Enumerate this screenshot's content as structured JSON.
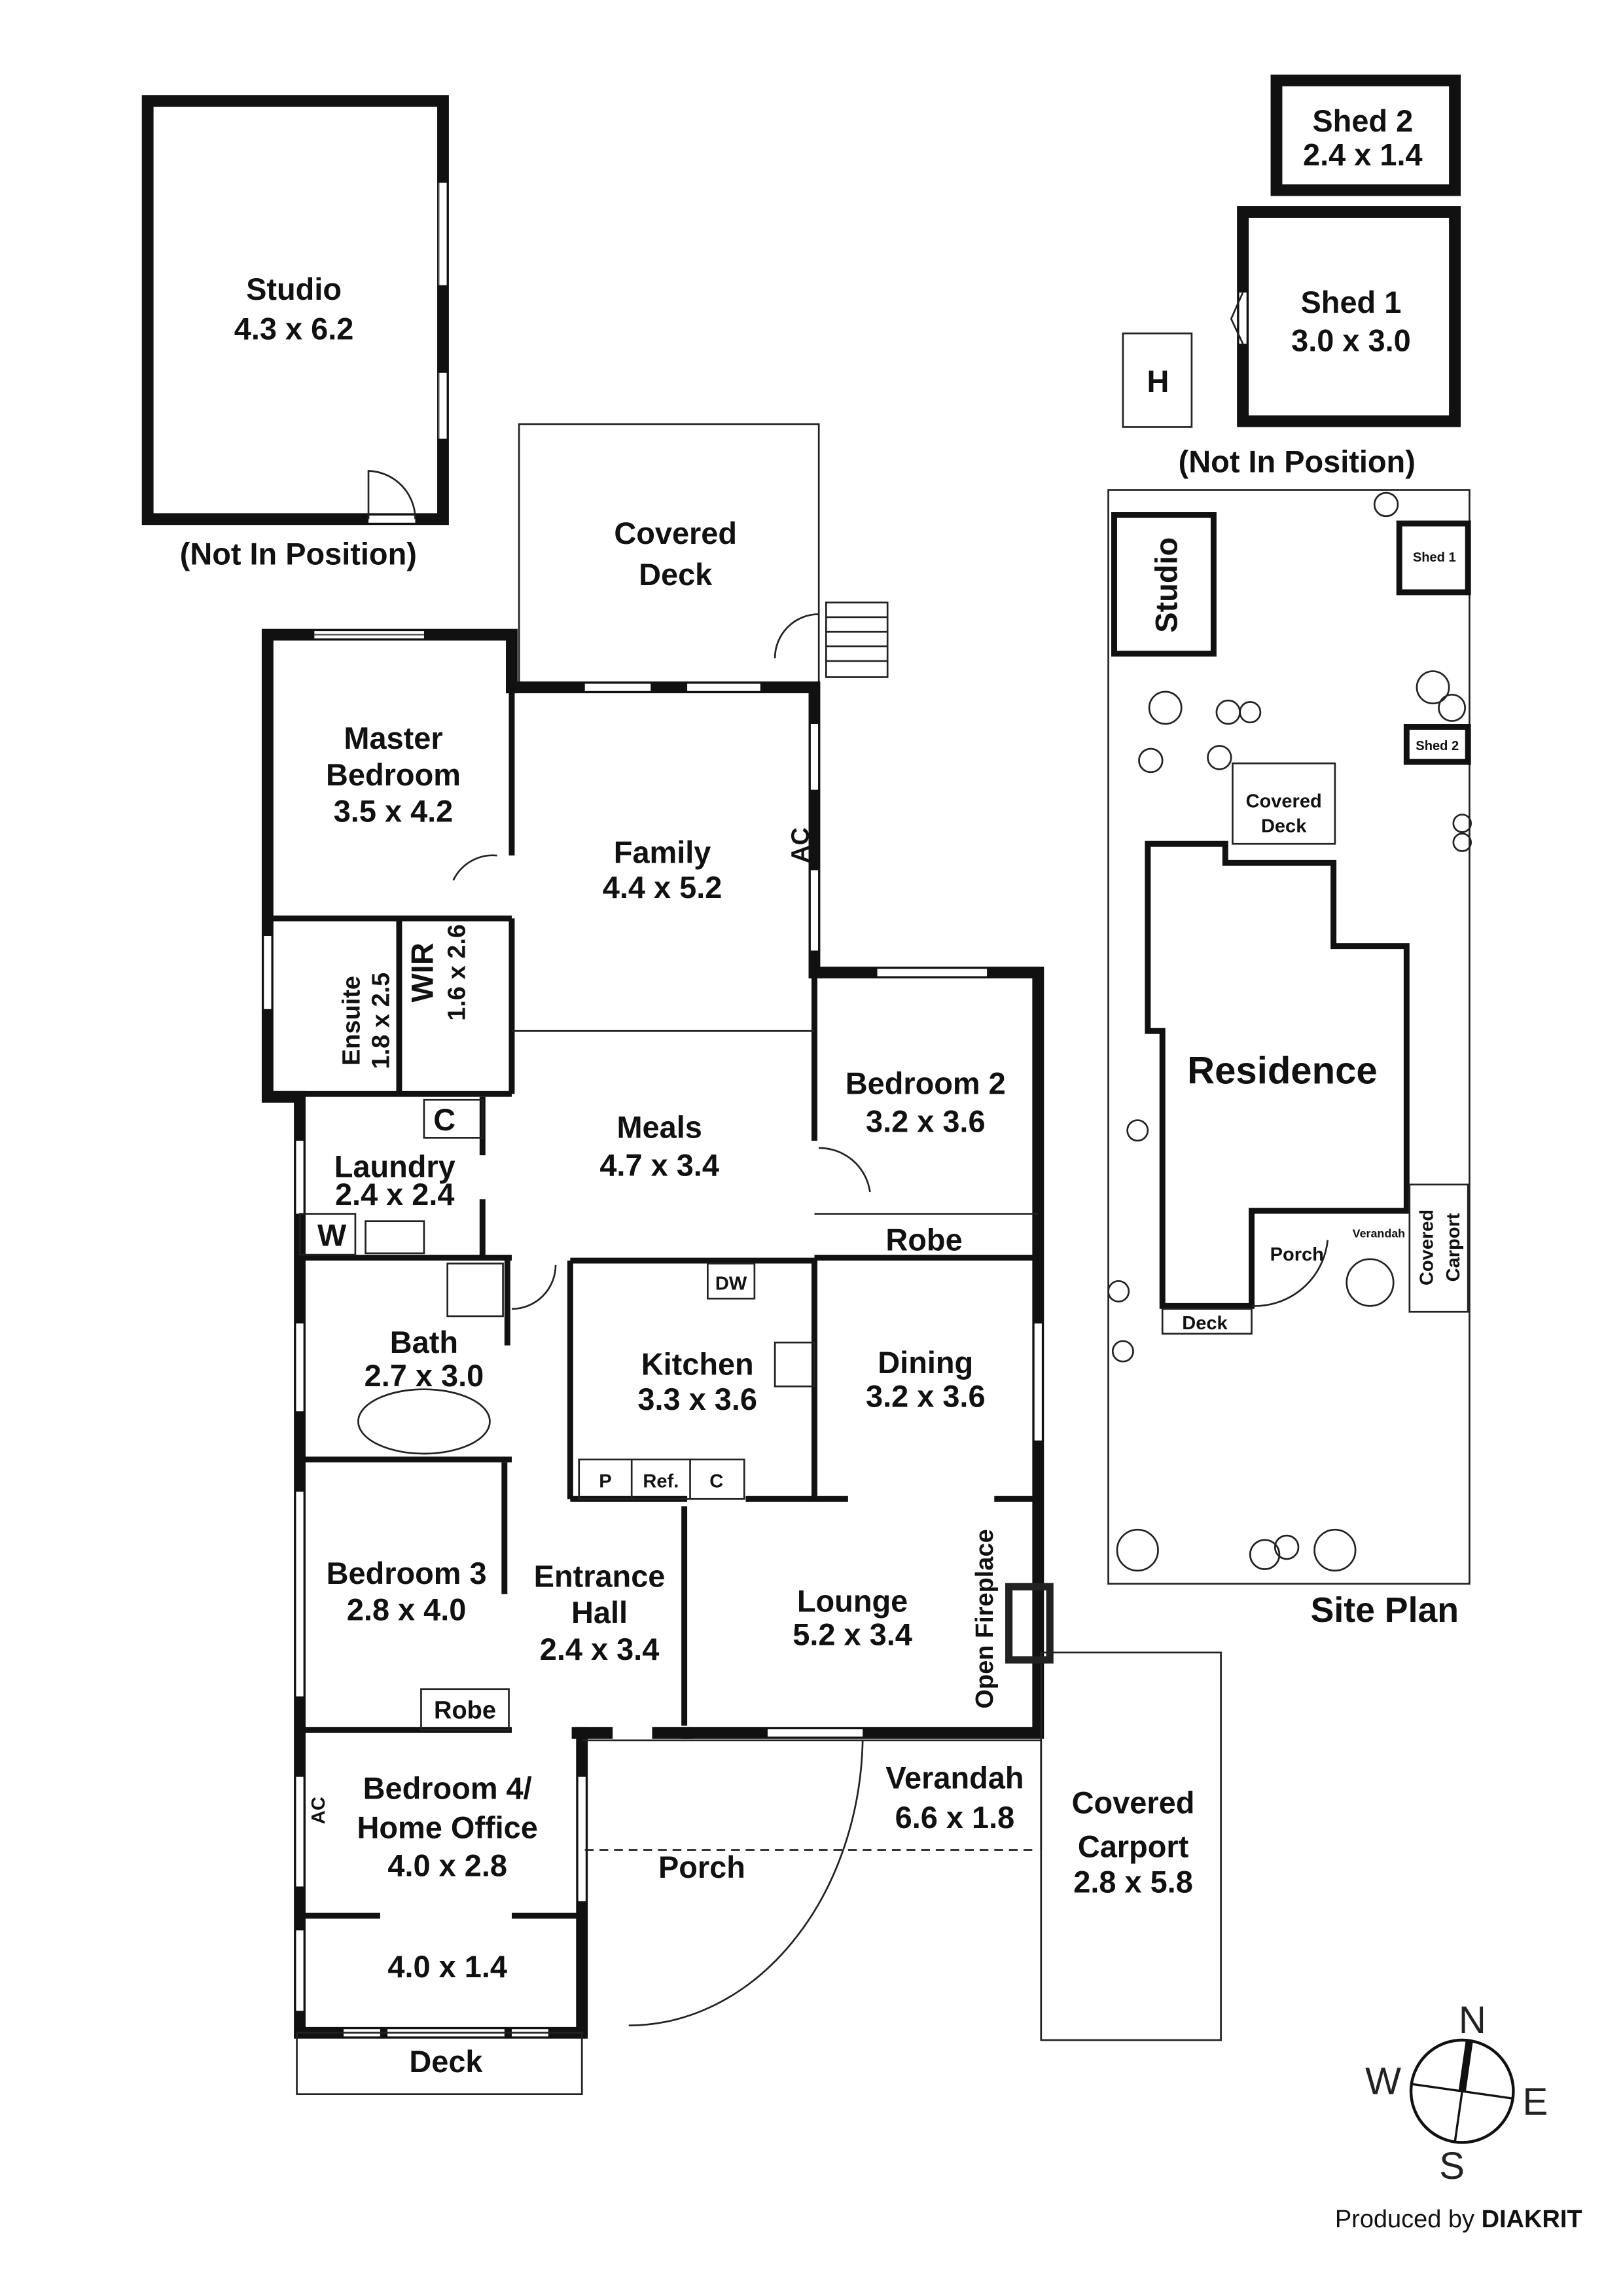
{
  "main_plan": {
    "rooms": {
      "studio": {
        "name": "Studio",
        "dims": "4.3 x 6.2",
        "note": "(Not In Position)"
      },
      "covered_deck": {
        "name1": "Covered",
        "name2": "Deck"
      },
      "master": {
        "name1": "Master",
        "name2": "Bedroom",
        "dims": "3.5 x 4.2"
      },
      "family": {
        "name": "Family",
        "dims": "4.4 x 5.2",
        "ac": "AC"
      },
      "ensuite": {
        "name": "Ensuite",
        "dims": "1.8 x 2.5"
      },
      "wir": {
        "name": "WIR",
        "dims": "1.6 x 2.6"
      },
      "meals": {
        "name": "Meals",
        "dims": "4.7 x 3.4"
      },
      "bedroom2": {
        "name": "Bedroom 2",
        "dims": "3.2 x 3.6",
        "robe": "Robe"
      },
      "laundry": {
        "name": "Laundry",
        "dims": "2.4 x 2.4",
        "c": "C",
        "w": "W"
      },
      "bath": {
        "name": "Bath",
        "dims": "2.7 x 3.0"
      },
      "kitchen": {
        "name": "Kitchen",
        "dims": "3.3 x 3.6",
        "dw": "DW",
        "p": "P",
        "ref": "Ref.",
        "c": "C"
      },
      "dining": {
        "name": "Dining",
        "dims": "3.2 x 3.6"
      },
      "bedroom3": {
        "name": "Bedroom 3",
        "dims": "2.8 x 4.0",
        "robe": "Robe"
      },
      "entrance": {
        "name1": "Entrance",
        "name2": "Hall",
        "dims": "2.4 x 3.4"
      },
      "lounge": {
        "name": "Lounge",
        "dims": "5.2 x 3.4",
        "fireplace": "Open Fireplace"
      },
      "bedroom4": {
        "name1": "Bedroom 4/",
        "name2": "Home Office",
        "dims": "4.0 x 2.8",
        "ac": "AC"
      },
      "sunroom": {
        "dims": "4.0 x 1.4"
      },
      "deck": {
        "name": "Deck"
      },
      "porch": {
        "name": "Porch"
      },
      "verandah": {
        "name": "Verandah",
        "dims": "6.6 x 1.8"
      },
      "carport": {
        "name1": "Covered",
        "name2": "Carport",
        "dims": "2.8 x 5.8"
      }
    }
  },
  "outbuildings": {
    "shed2": {
      "name": "Shed 2",
      "dims": "2.4 x 1.4"
    },
    "shed1": {
      "name": "Shed 1",
      "dims": "3.0 x 3.0"
    },
    "h": "H",
    "note": "(Not In Position)"
  },
  "site_plan": {
    "title": "Site Plan",
    "studio": "Studio",
    "shed1": "Shed 1",
    "shed2": "Shed 2",
    "covered_deck1": "Covered",
    "covered_deck2": "Deck",
    "residence": "Residence",
    "porch": "Porch",
    "verandah": "Verandah",
    "deck": "Deck",
    "carport1": "Covered",
    "carport2": "Carport"
  },
  "compass": {
    "n": "N",
    "e": "E",
    "s": "S",
    "w": "W",
    "icon": "compass-rose-icon"
  },
  "credit": {
    "prefix": "Produced by",
    "brand": "DIAKRIT"
  }
}
